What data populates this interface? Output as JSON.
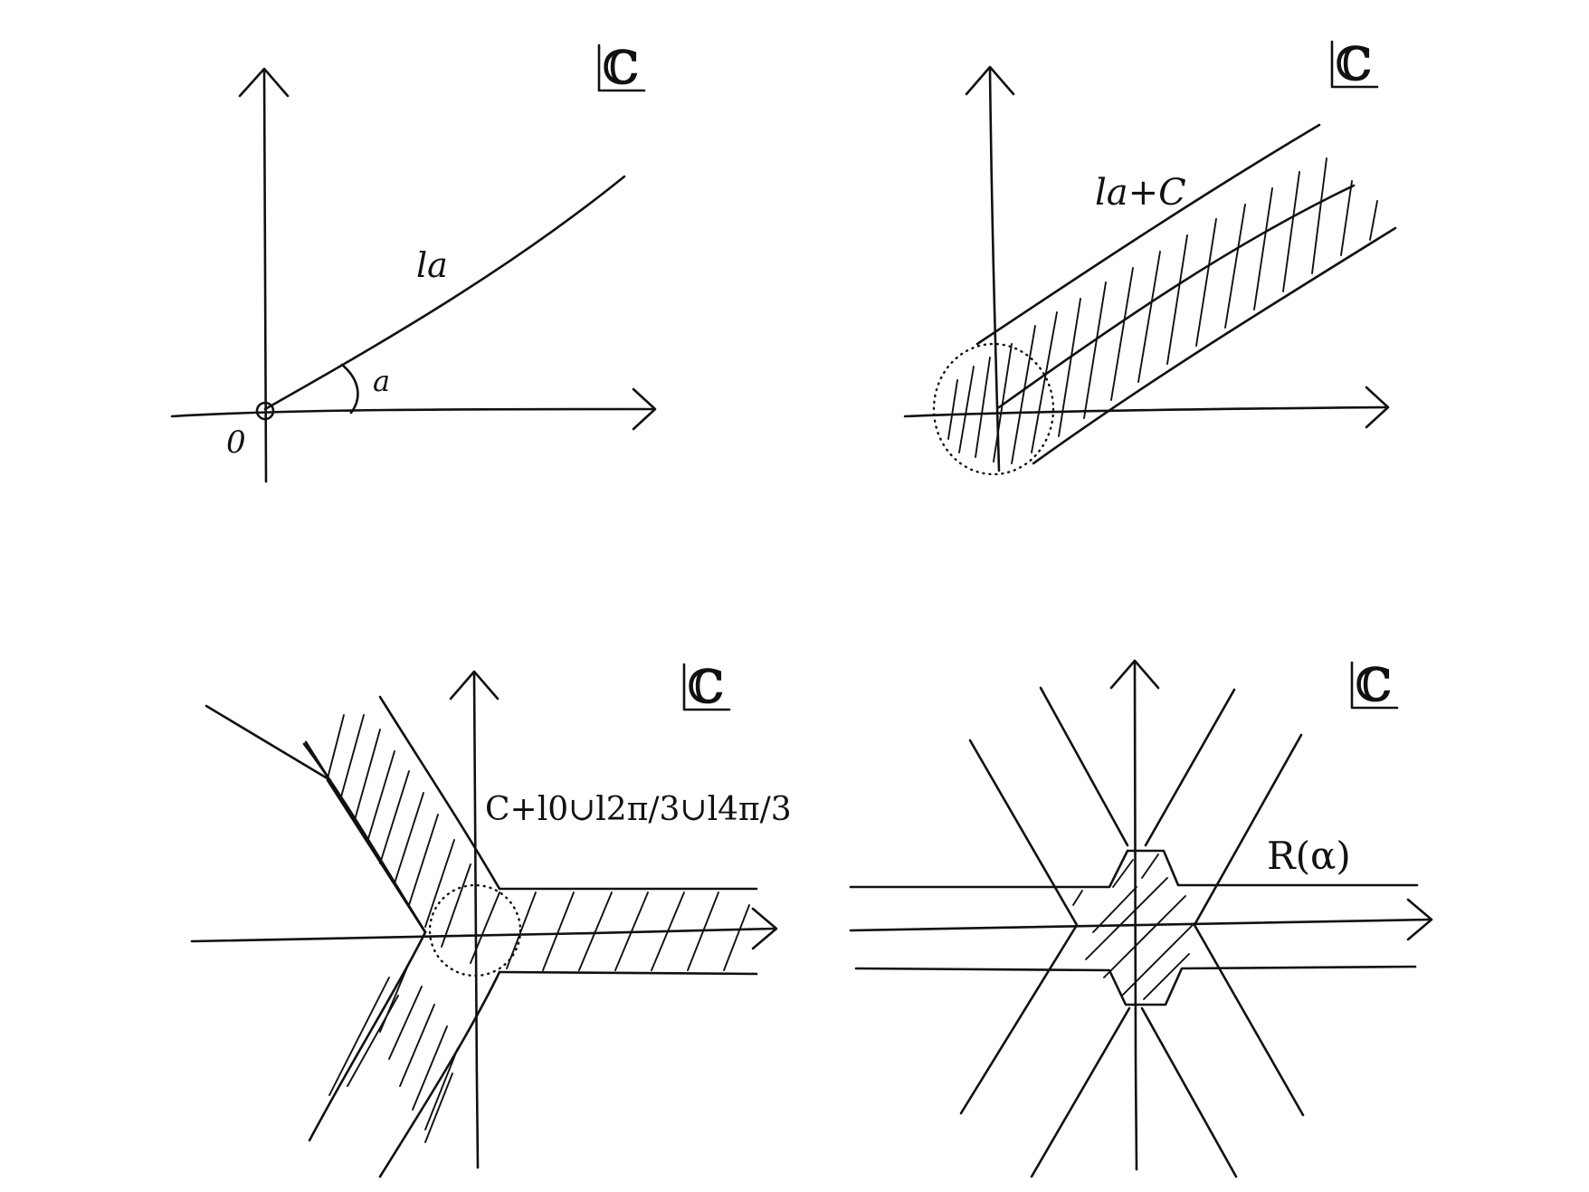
{
  "panels": {
    "p1": {
      "plane": "ℂ",
      "origin": "0",
      "ray": "la",
      "angle": "a"
    },
    "p2": {
      "plane": "ℂ",
      "region": "la+C"
    },
    "p3": {
      "plane": "ℂ",
      "region": "C+l0∪l2π/3∪l4π/3"
    },
    "p4": {
      "plane": "ℂ",
      "region": "R(α)"
    }
  },
  "colors": {
    "ink": "#111111",
    "paper": "#ffffff"
  }
}
